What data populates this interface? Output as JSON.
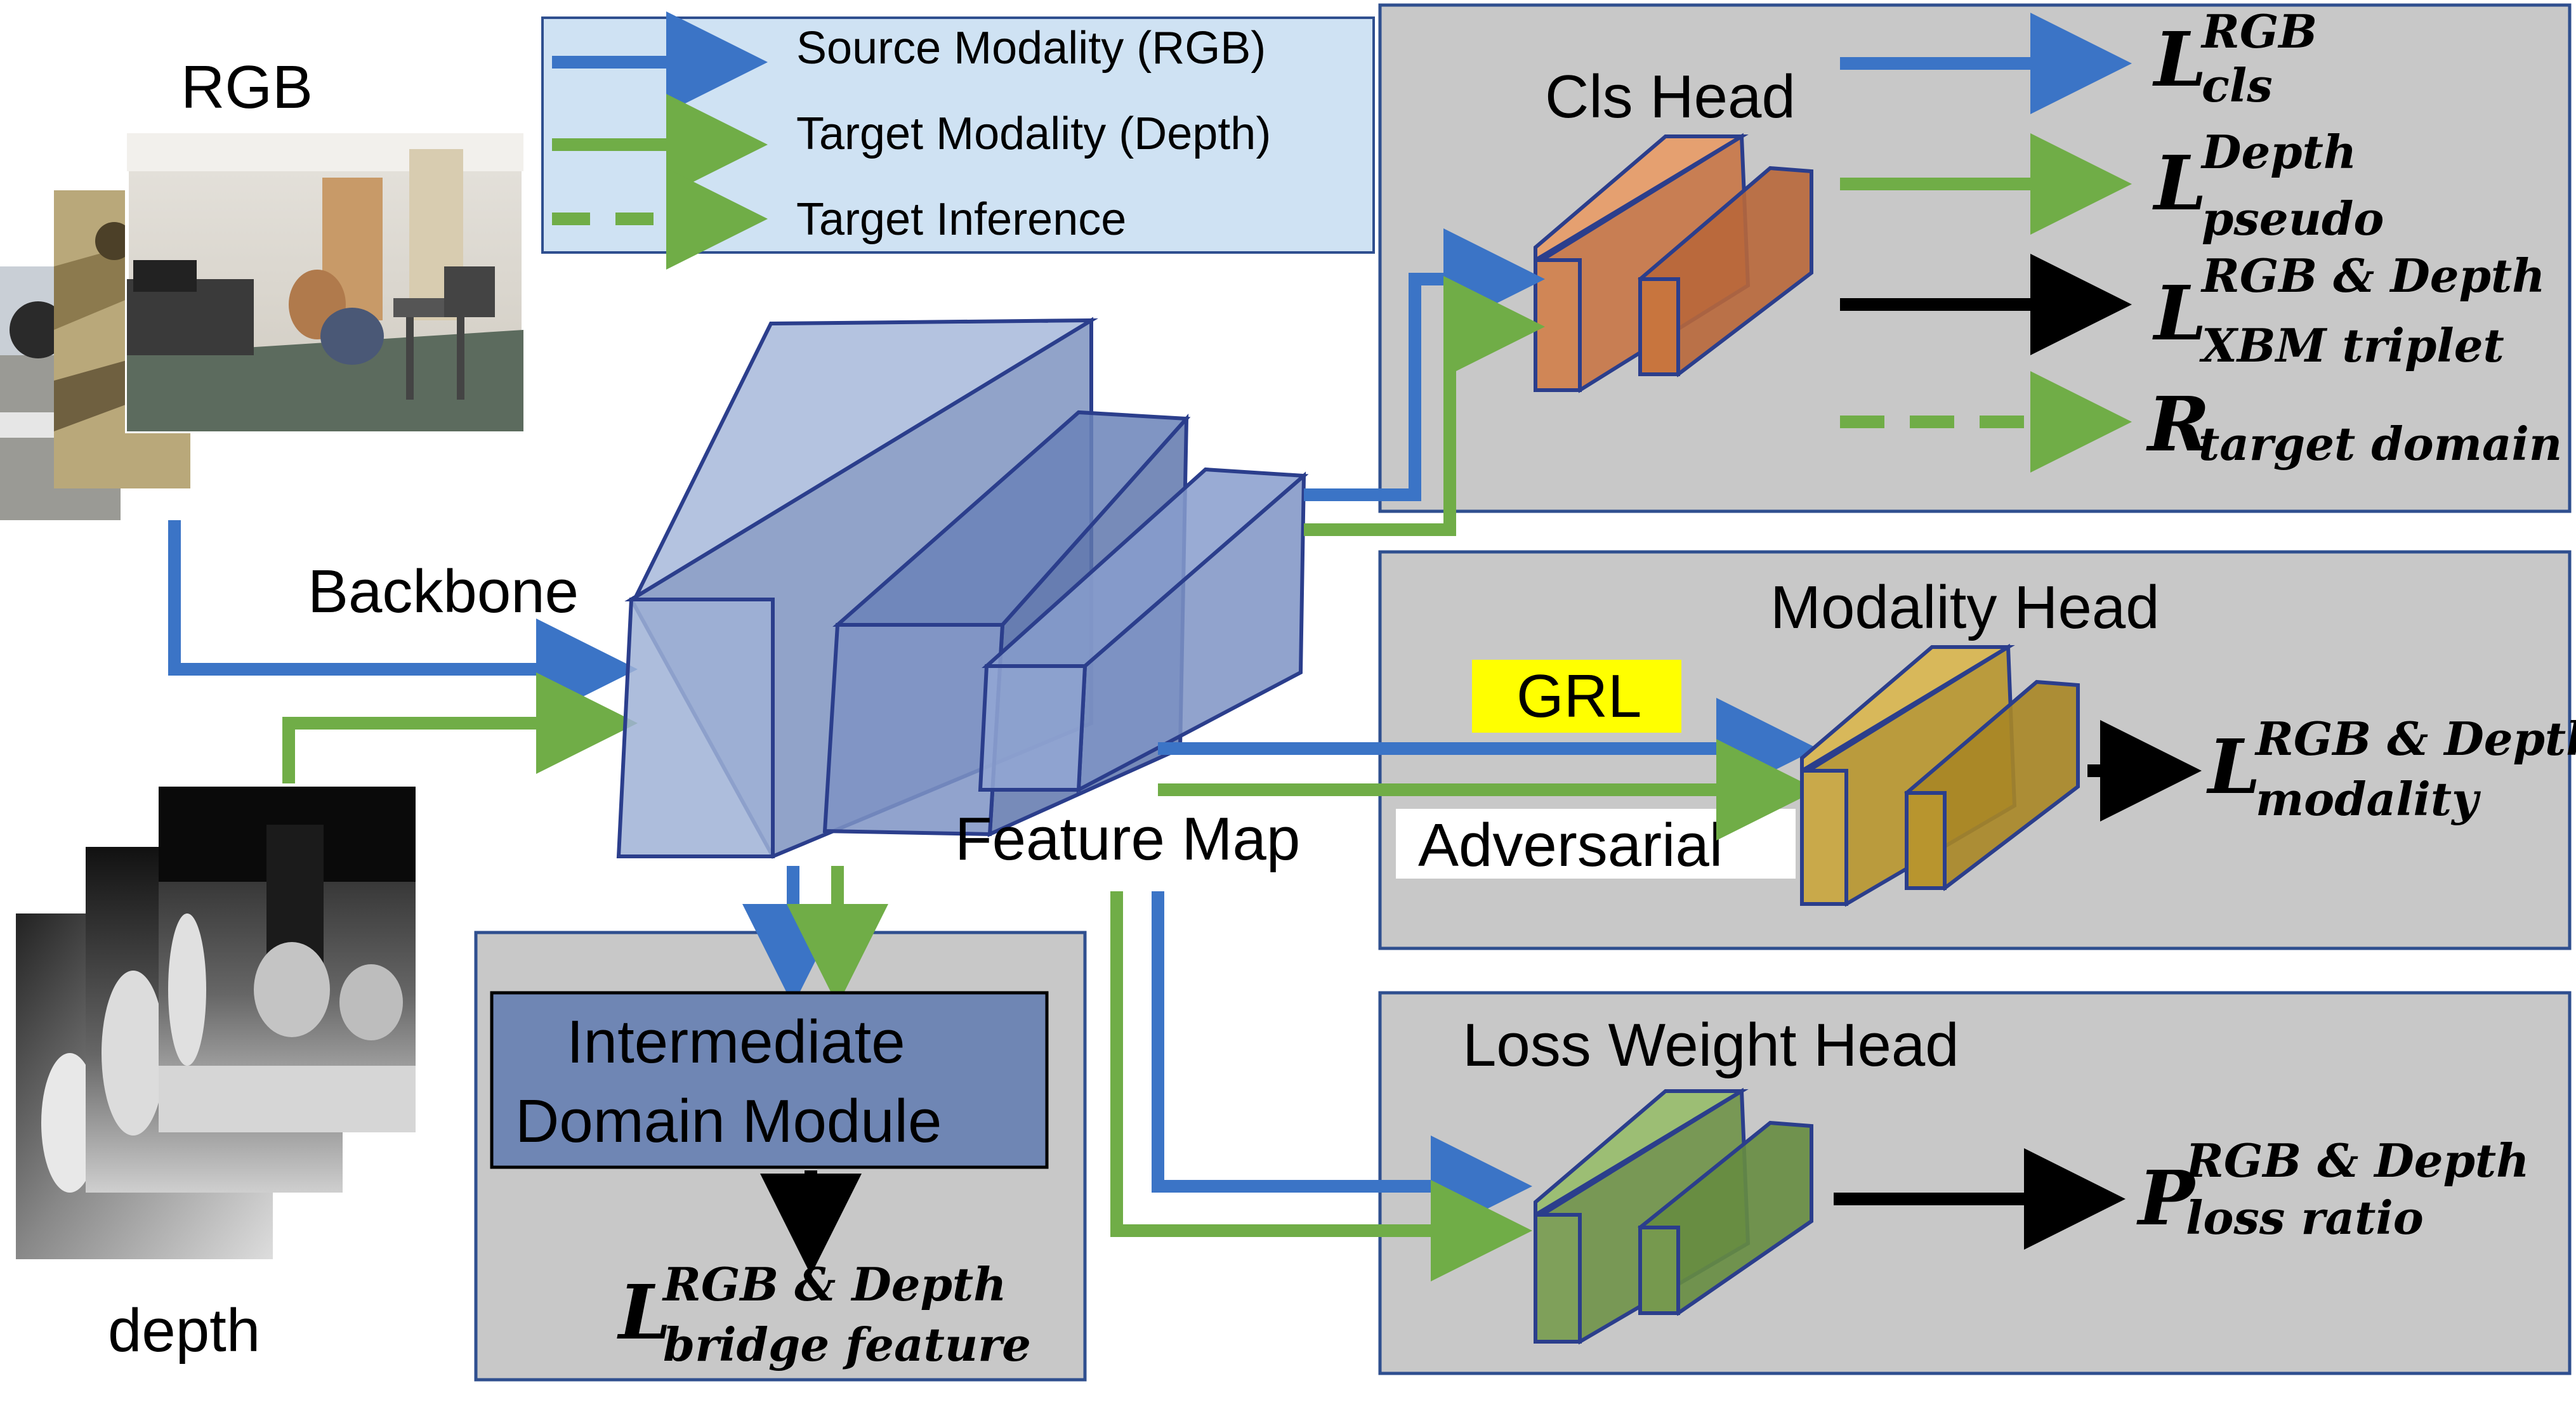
{
  "diagram": {
    "legend": {
      "items": [
        {
          "label": "Source Modality (RGB)",
          "color": "#3b74c6",
          "style": "solid"
        },
        {
          "label": "Target Modality (Depth)",
          "color": "#70ad47",
          "style": "solid"
        },
        {
          "label": "Target Inference",
          "color": "#70ad47",
          "style": "dashed"
        }
      ]
    },
    "inputs": {
      "rgb_label": "RGB",
      "depth_label": "depth"
    },
    "labels": {
      "backbone": "Backbone",
      "feature_map": "Feature Map",
      "grl": "GRL",
      "adversarial": "Adversarial"
    },
    "cls_head": {
      "title": "Cls Head",
      "color": "#d98c5a",
      "outputs": [
        {
          "main": "L",
          "sup": "RGB",
          "sub": "cls",
          "arrow": "blue-solid"
        },
        {
          "main": "L",
          "sup": "Depth",
          "sub": "pseudo",
          "arrow": "green-solid"
        },
        {
          "main": "L",
          "sup": "RGB & Depth",
          "sub": "XBM triplet",
          "arrow": "black-solid"
        },
        {
          "main": "R",
          "sup": "",
          "sub": "target domain",
          "arrow": "green-dashed"
        }
      ]
    },
    "modality_head": {
      "title": "Modality Head",
      "color": "#c9a94a",
      "output": {
        "main": "L",
        "sup": "RGB & Depth",
        "sub": "modality"
      }
    },
    "loss_weight_head": {
      "title": "Loss Weight Head",
      "color": "#7fa05a",
      "output": {
        "main": "P",
        "sup": "RGB & Depth",
        "sub": "loss ratio"
      }
    },
    "intermediate": {
      "line1": "Intermediate",
      "line2": "Domain Module",
      "output": {
        "main": "L",
        "sup": "RGB & Depth",
        "sub": "bridge feature"
      }
    },
    "colors": {
      "blue": "#3b74c6",
      "green": "#70ad47",
      "backbone_fill": "#8fa9d0",
      "panel": "#c8c8c8",
      "grl_bg": "#ffff00"
    }
  }
}
